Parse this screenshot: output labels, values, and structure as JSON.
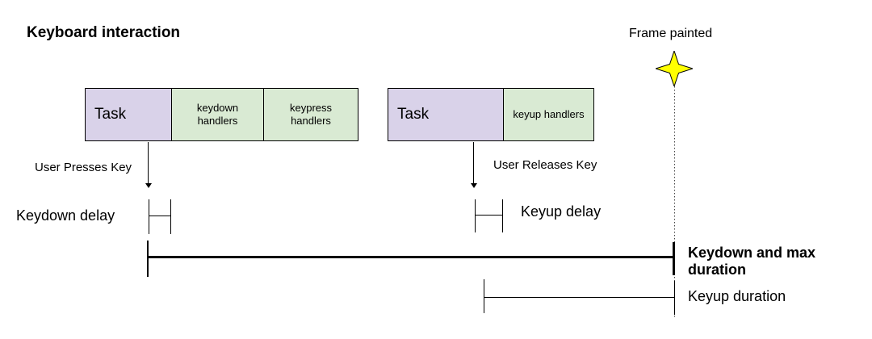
{
  "title": "Keyboard interaction",
  "frame_marker": {
    "label": "Frame painted",
    "icon": "four-pointed-star-icon",
    "star_color": "#ffff00"
  },
  "task_bar_1": {
    "task": "Task",
    "keydown_handlers": "keydown\nhandlers",
    "keypress_handlers": "keypress\nhandlers"
  },
  "task_bar_2": {
    "task": "Task",
    "keyup_handlers": "keyup handlers"
  },
  "events": {
    "press": "User Presses Key",
    "release": "User Releases Key"
  },
  "measurements": {
    "keydown_delay": "Keydown delay",
    "keyup_delay": "Keyup delay",
    "keydown_max_duration": "Keydown and max\nduration",
    "keyup_duration": "Keyup duration"
  },
  "colors": {
    "task_fill": "#d9d2e9",
    "handler_fill": "#d9ead3",
    "star_fill": "#ffff00",
    "line": "#000000"
  }
}
